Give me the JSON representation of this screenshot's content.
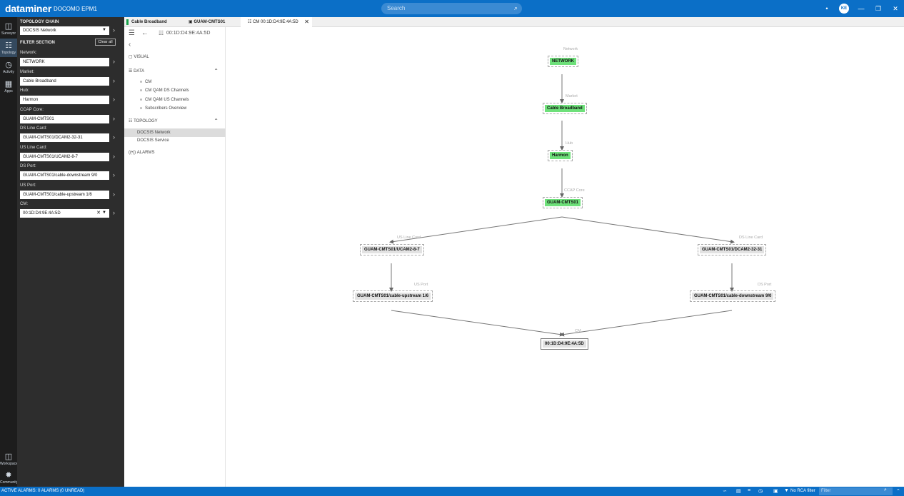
{
  "titlebar": {
    "brand": "dataminer",
    "system": "DOCOMO EPM1",
    "search_placeholder": "Search",
    "user_initials": "KE"
  },
  "rail": [
    {
      "label": "Surveyor",
      "icon": "surveyor-icon"
    },
    {
      "label": "Topology",
      "icon": "topology-icon"
    },
    {
      "label": "Activity",
      "icon": "activity-icon"
    },
    {
      "label": "Apps",
      "icon": "apps-icon"
    },
    {
      "label": "Workspace",
      "icon": "workspace-icon"
    },
    {
      "label": "Community",
      "icon": "community-icon"
    }
  ],
  "filter": {
    "chain_title": "TOPOLOGY CHAIN",
    "chain_value": "DOCSIS Network",
    "section_title": "FILTER SECTION",
    "clear_all": "Clear all",
    "fields": [
      {
        "label": "Network:",
        "value": "NETWORK"
      },
      {
        "label": "Market:",
        "value": "Cable Broadband"
      },
      {
        "label": "Hub:",
        "value": "Harmon"
      },
      {
        "label": "CCAP Core:",
        "value": "GUAM-CMTS01"
      },
      {
        "label": "DS Line Card:",
        "value": "GUAM-CMTS01/DCAM2-32-31"
      },
      {
        "label": "US Line Card:",
        "value": "GUAM-CMTS01/UCAM2-8-7"
      },
      {
        "label": "DS Port:",
        "value": "GUAM-CMTS01/cable-downstream 9/0"
      },
      {
        "label": "US Port:",
        "value": "GUAM-CMTS01/cable-upstream 1/6"
      },
      {
        "label": "CM:",
        "value": "00:1D:D4:9E:4A:5D"
      }
    ]
  },
  "tabs": [
    {
      "label": "Cable Broadband"
    },
    {
      "label": "GUAM-CMTS01"
    },
    {
      "label": "CM 00:1D:D4:9E:4A:5D"
    }
  ],
  "nav": {
    "header_title": "00:1D:D4:9E:4A:5D",
    "visual": "VISUAL",
    "data": "DATA",
    "data_items": [
      "CM",
      "CM QAM DS Channels",
      "CM QAM US Channels",
      "Subscribers Overview"
    ],
    "topology": "TOPOLOGY",
    "topology_items": [
      "DOCSIS Network",
      "DOCSIS Service"
    ],
    "alarms": "ALARMS"
  },
  "diagram": {
    "network": {
      "label": "Network",
      "value": "NETWORK"
    },
    "market": {
      "label": "Market",
      "value": "Cable Broadband"
    },
    "hub": {
      "label": "Hub",
      "value": "Harmon"
    },
    "ccap": {
      "label": "CCAP Core",
      "value": "GUAM-CMTS01"
    },
    "us_line": {
      "label": "US Line Card",
      "value": "GUAM-CMTS01/UCAM2-8-7"
    },
    "ds_line": {
      "label": "DS Line Card",
      "value": "GUAM-CMTS01/DCAM2-32-31"
    },
    "us_port": {
      "label": "US Port",
      "value": "GUAM-CMTS01/cable-upstream 1/6"
    },
    "ds_port": {
      "label": "DS Port",
      "value": "GUAM-CMTS01/cable-downstream 9/0"
    },
    "cm": {
      "label": "CM",
      "value": "00:1D:D4:9E:4A:5D"
    }
  },
  "statusbar": {
    "alarms": "ACTIVE ALARMS: 0 ALARMS (0 UNREAD)",
    "rca": "No RCA filter",
    "filter_placeholder": "Filter"
  },
  "colors": {
    "accent": "#0b6fc7",
    "node_green": "#6ee07a",
    "panel_dark": "#2d2d2d"
  }
}
